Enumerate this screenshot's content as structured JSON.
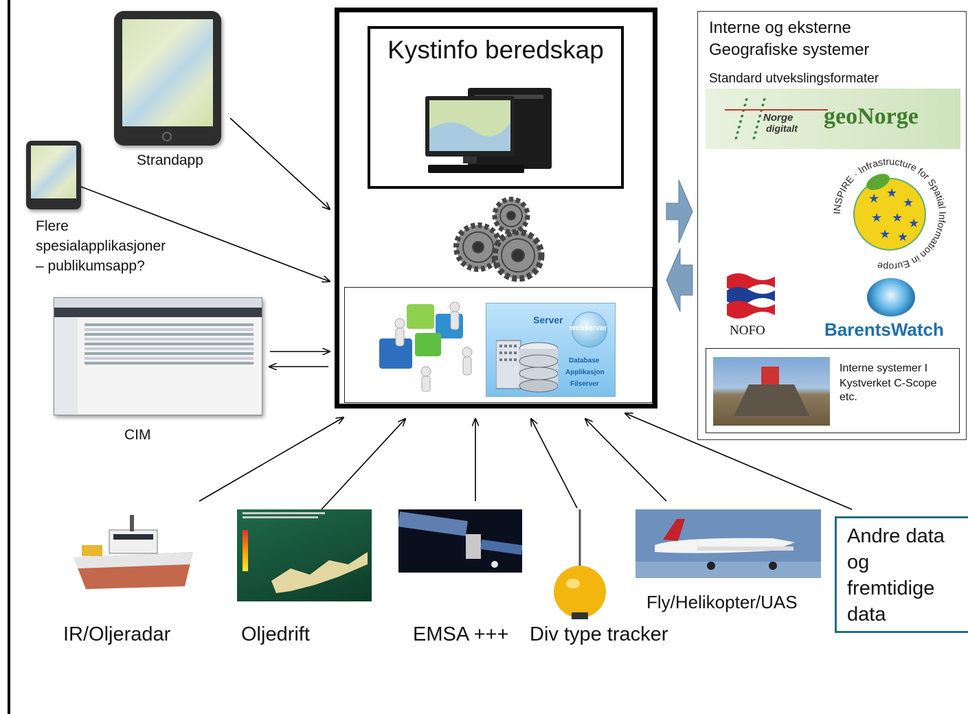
{
  "left_border": true,
  "main": {
    "title": "Kystinfo beredskap",
    "server_label": "Server",
    "webserver_label": "webserver",
    "server_items": [
      "Database",
      "Applikasjon",
      "Filserver"
    ]
  },
  "left_sources": {
    "strandapp": "Strandapp",
    "flere_line1": "Flere",
    "flere_line2": "spesialapplikasjoner",
    "flere_line3": "– publikumsapp?",
    "cim": "CIM"
  },
  "bottom_sources": [
    {
      "label": "IR/Oljeradar"
    },
    {
      "label": "Oljedrift"
    },
    {
      "label": "EMSA +++"
    },
    {
      "label": "Div type tracker"
    },
    {
      "label": "Fly/Helikopter/UAS"
    }
  ],
  "andre": {
    "line1": "Andre data",
    "line2": "og",
    "line3": "fremtidige",
    "line4": "data"
  },
  "right_panel": {
    "title_line1": "Interne og eksterne",
    "title_line2": "Geografiske systemer",
    "subtitle": "Standard utvekslingsformater",
    "norge_digitalt_1": "Norge",
    "norge_digitalt_2": "digitalt",
    "geonorge": "geoNorge",
    "inspire": "INSPIRE · Infrastructure for Spatial Information in Europe",
    "nofo": "NOFO",
    "barentswatch": "BarentsWatch",
    "interne_line1": "Interne systemer I",
    "interne_line2": "Kystverket C-Scope",
    "interne_line3": "etc."
  },
  "colors": {
    "andre_border": "#1f6f80",
    "arrow_block": "#7f9fbf",
    "barents": "#1e6fa8",
    "nofo_red": "#d3202b",
    "nofo_blue": "#1c3f94"
  }
}
